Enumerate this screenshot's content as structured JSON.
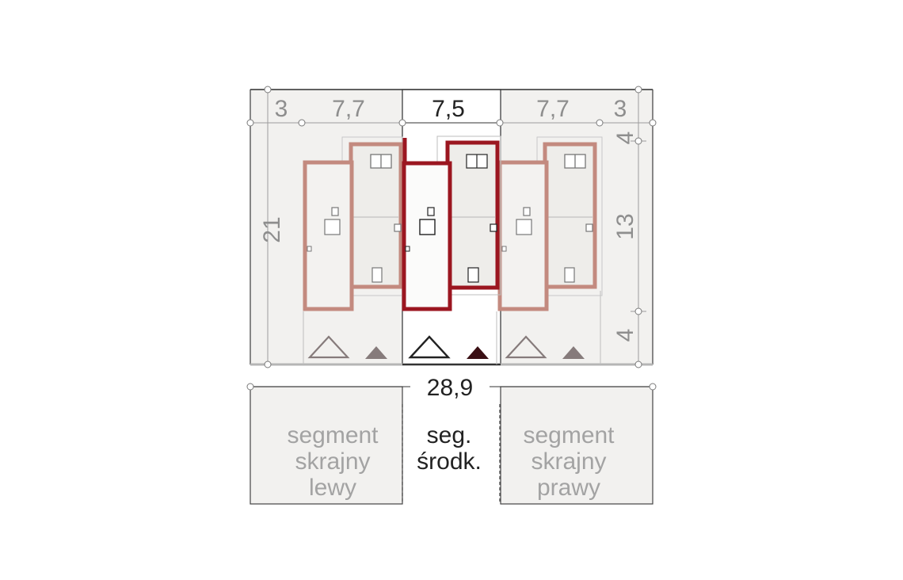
{
  "dimensions": {
    "setback_left": "3",
    "width_left": "7,7",
    "width_middle": "7,5",
    "width_right": "7,7",
    "setback_right": "3",
    "depth_total": "21",
    "depth_front": "4",
    "depth_building": "13",
    "depth_back": "4",
    "total_width": "28,9"
  },
  "labels": {
    "left": [
      "segment",
      "skrajny",
      "lewy"
    ],
    "middle": [
      "seg.",
      "środk."
    ],
    "right": [
      "segment",
      "skrajny",
      "prawy"
    ]
  },
  "colors": {
    "plot_fill": "#f2f1ef",
    "plot_stroke": "#bdbdbd",
    "end_segment_wall": "#c38a7f",
    "middle_segment_wall": "#9b1620",
    "room_fill": "#eeedea",
    "middle_front_fill": "#fbfbfa",
    "end_triangle": "#867b7b",
    "middle_triangle": "#3a0f14",
    "dim_text_grey": "#8e8e8e",
    "dim_text_dark": "#222222",
    "label_text_grey": "#a3a3a3"
  }
}
